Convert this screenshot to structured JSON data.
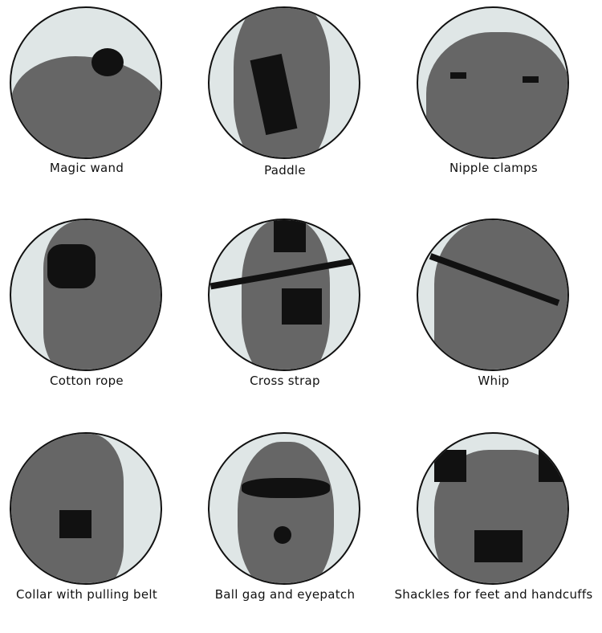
{
  "items": [
    {
      "label": "Magic wand"
    },
    {
      "label": "Paddle"
    },
    {
      "label": "Nipple clamps"
    },
    {
      "label": "Cotton rope"
    },
    {
      "label": "Cross strap"
    },
    {
      "label": "Whip"
    },
    {
      "label": "Collar with pulling belt"
    },
    {
      "label": "Ball gag and eyepatch"
    },
    {
      "label": "Shackles for feet and handcuffs"
    }
  ],
  "colors": {
    "silhouette": "#666666",
    "background": "#dfe6e6",
    "accessory": "#111111"
  }
}
